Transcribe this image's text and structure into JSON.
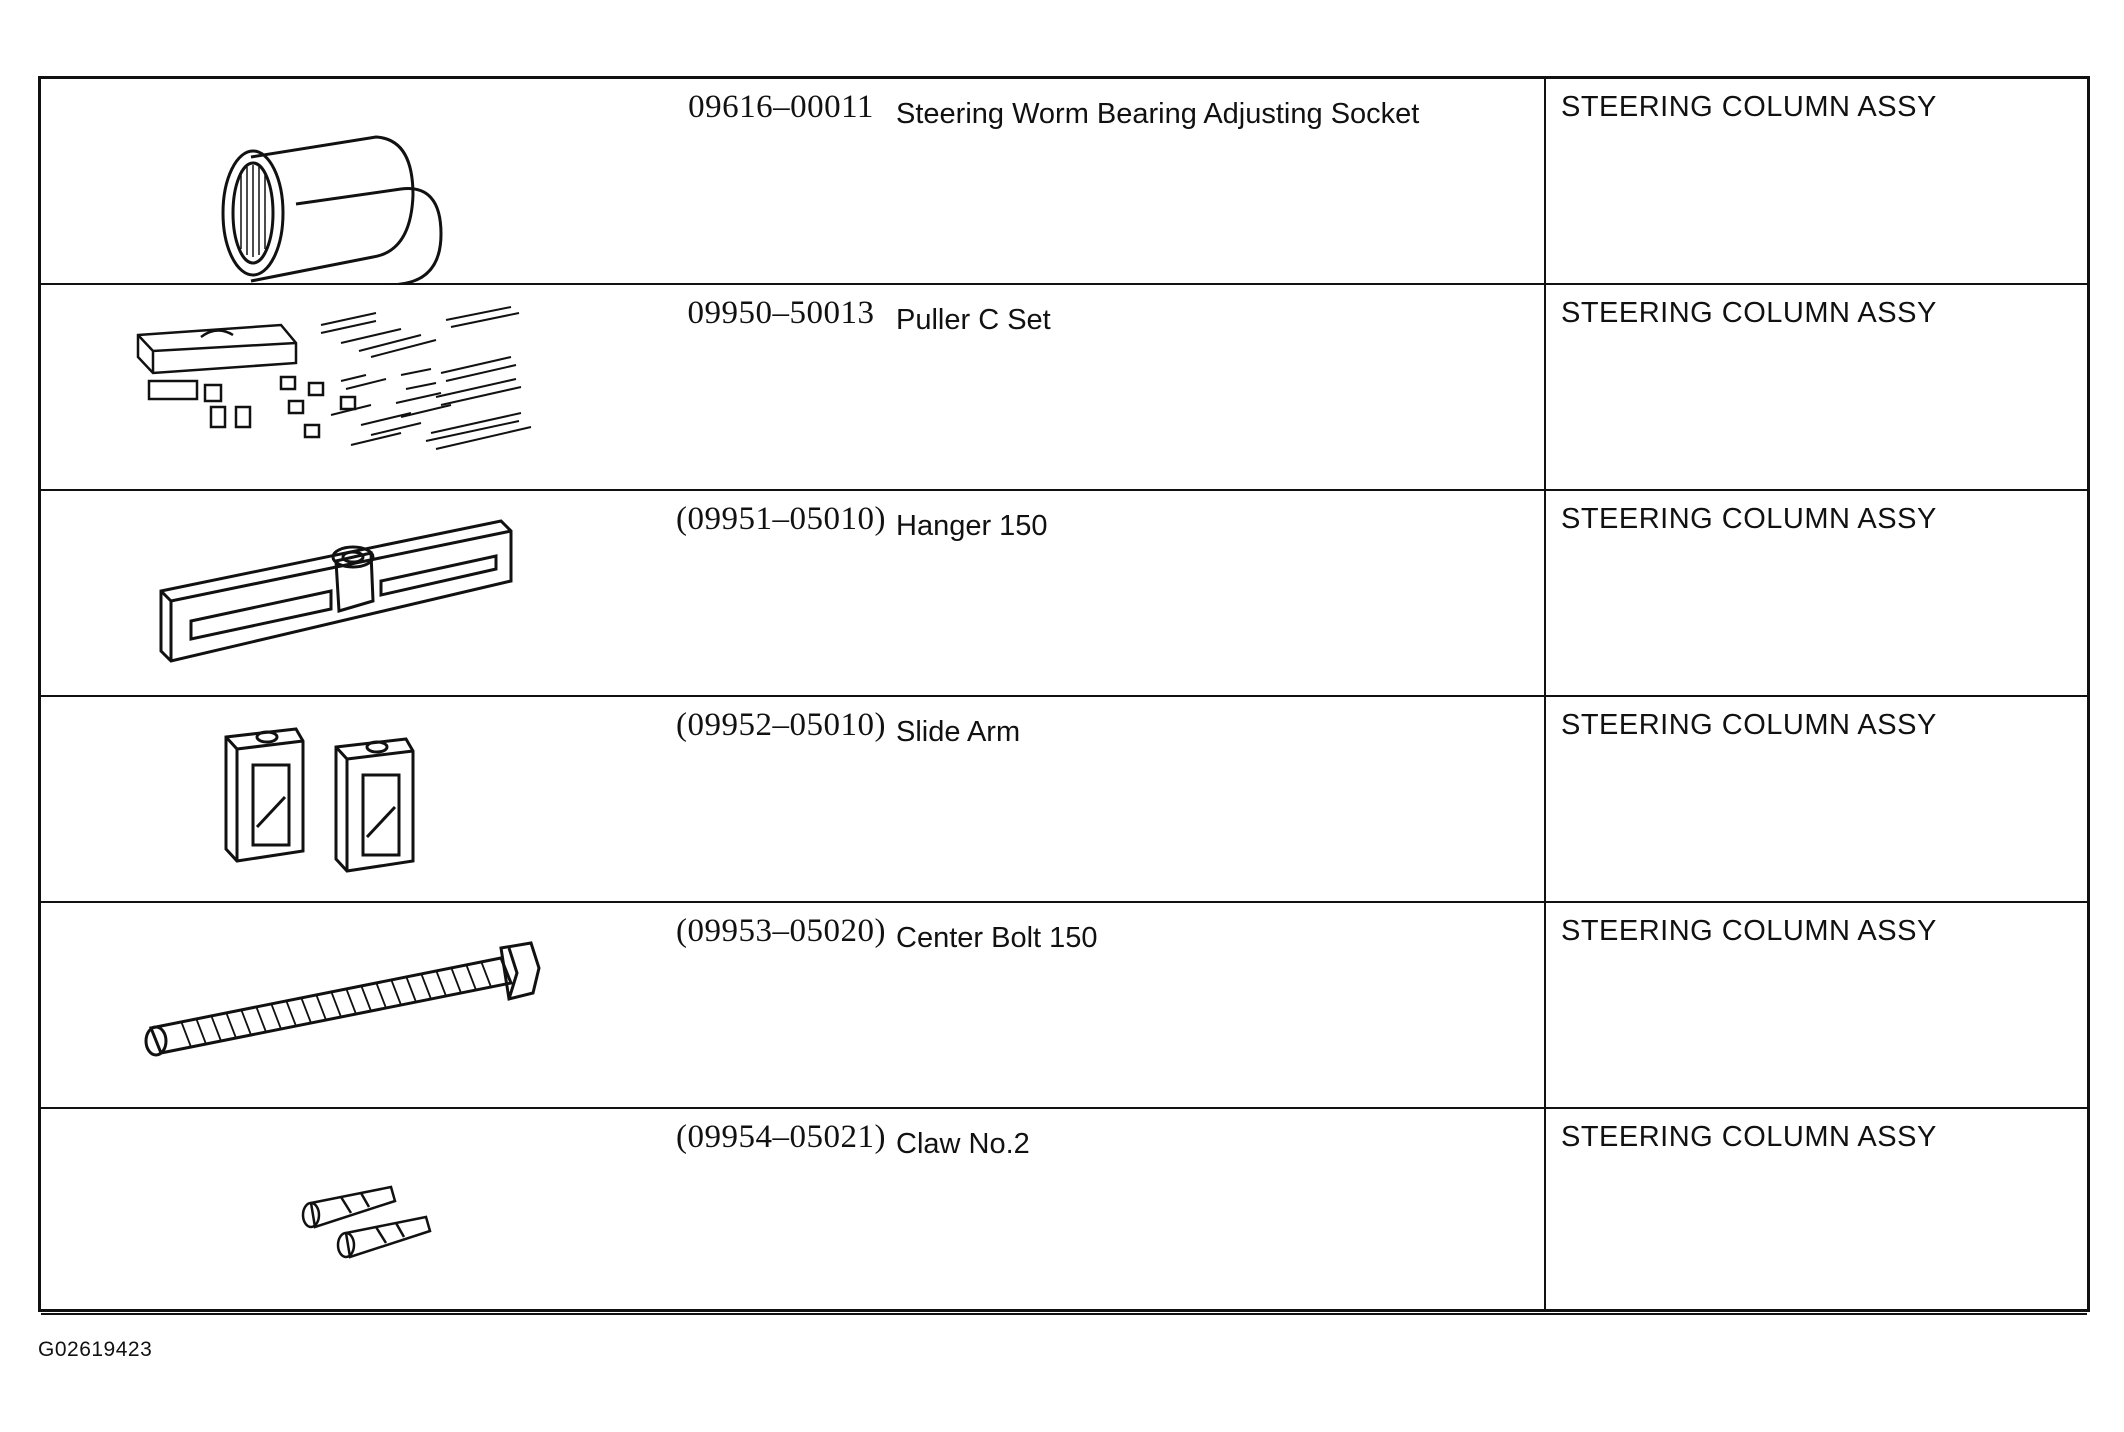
{
  "table": {
    "rows": [
      {
        "part_no": "09616–00011",
        "description": "Steering Worm Bearing Adjusting Socket",
        "note": "STEERING COLUMN ASSY",
        "illustration": "bearing-socket-illustration"
      },
      {
        "part_no": "09950–50013",
        "description": "Puller C Set",
        "note": "STEERING COLUMN ASSY",
        "illustration": "puller-set-illustration"
      },
      {
        "part_no": "(09951–05010)",
        "description": "Hanger 150",
        "note": "STEERING COLUMN ASSY",
        "illustration": "hanger-illustration"
      },
      {
        "part_no": "(09952–05010)",
        "description": "Slide Arm",
        "note": "STEERING COLUMN ASSY",
        "illustration": "slide-arm-illustration"
      },
      {
        "part_no": "(09953–05020)",
        "description": "Center Bolt 150",
        "note": "STEERING COLUMN ASSY",
        "illustration": "center-bolt-illustration"
      },
      {
        "part_no": "(09954–05021)",
        "description": "Claw No.2",
        "note": "STEERING COLUMN ASSY",
        "illustration": "claw-illustration"
      }
    ]
  },
  "figure_id": "G02619423"
}
